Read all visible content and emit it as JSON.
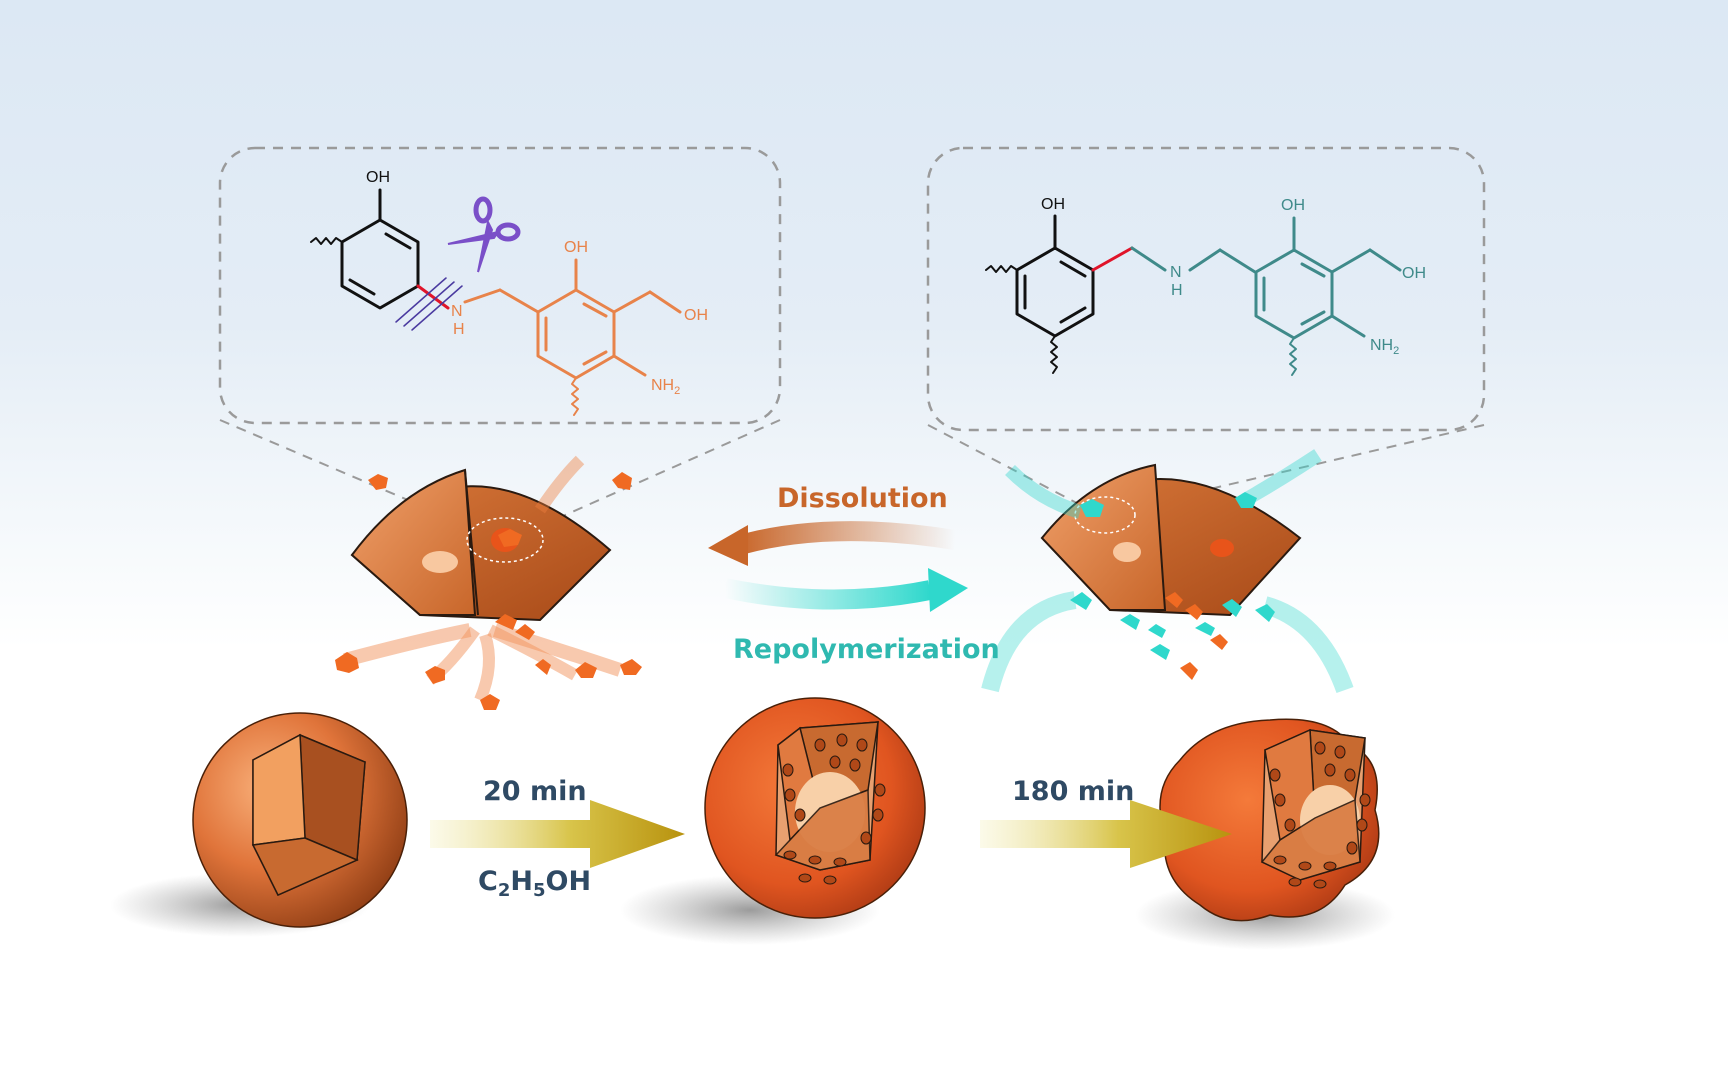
{
  "left_structure": {
    "oh_top": "OH",
    "oh_ring2": "OH",
    "nh": "N",
    "nh_h": "H",
    "oh_side": "OH",
    "nh2": "NH",
    "nh2_sub": "2"
  },
  "right_structure": {
    "oh_ring1": "OH",
    "oh_ring2": "OH",
    "nh": "N",
    "nh_h": "H",
    "oh_side": "OH",
    "nh2": "NH",
    "nh2_sub": "2"
  },
  "process": {
    "dissolution": "Dissolution",
    "repolymerization": "Repolymerization",
    "step1_time": "20 min",
    "step1_solvent_parts": [
      "C",
      "2",
      "H",
      "5",
      "OH"
    ],
    "step2_time": "180 min"
  },
  "colors": {
    "orange": "#e8834a",
    "teal": "#3f8a8a",
    "dissolution_text": "#c8662a",
    "repoly_text": "#2fb9b0",
    "label_dark": "#2f4a64",
    "bond_red": "#e0142a",
    "scissors": "#7a4fc8"
  }
}
